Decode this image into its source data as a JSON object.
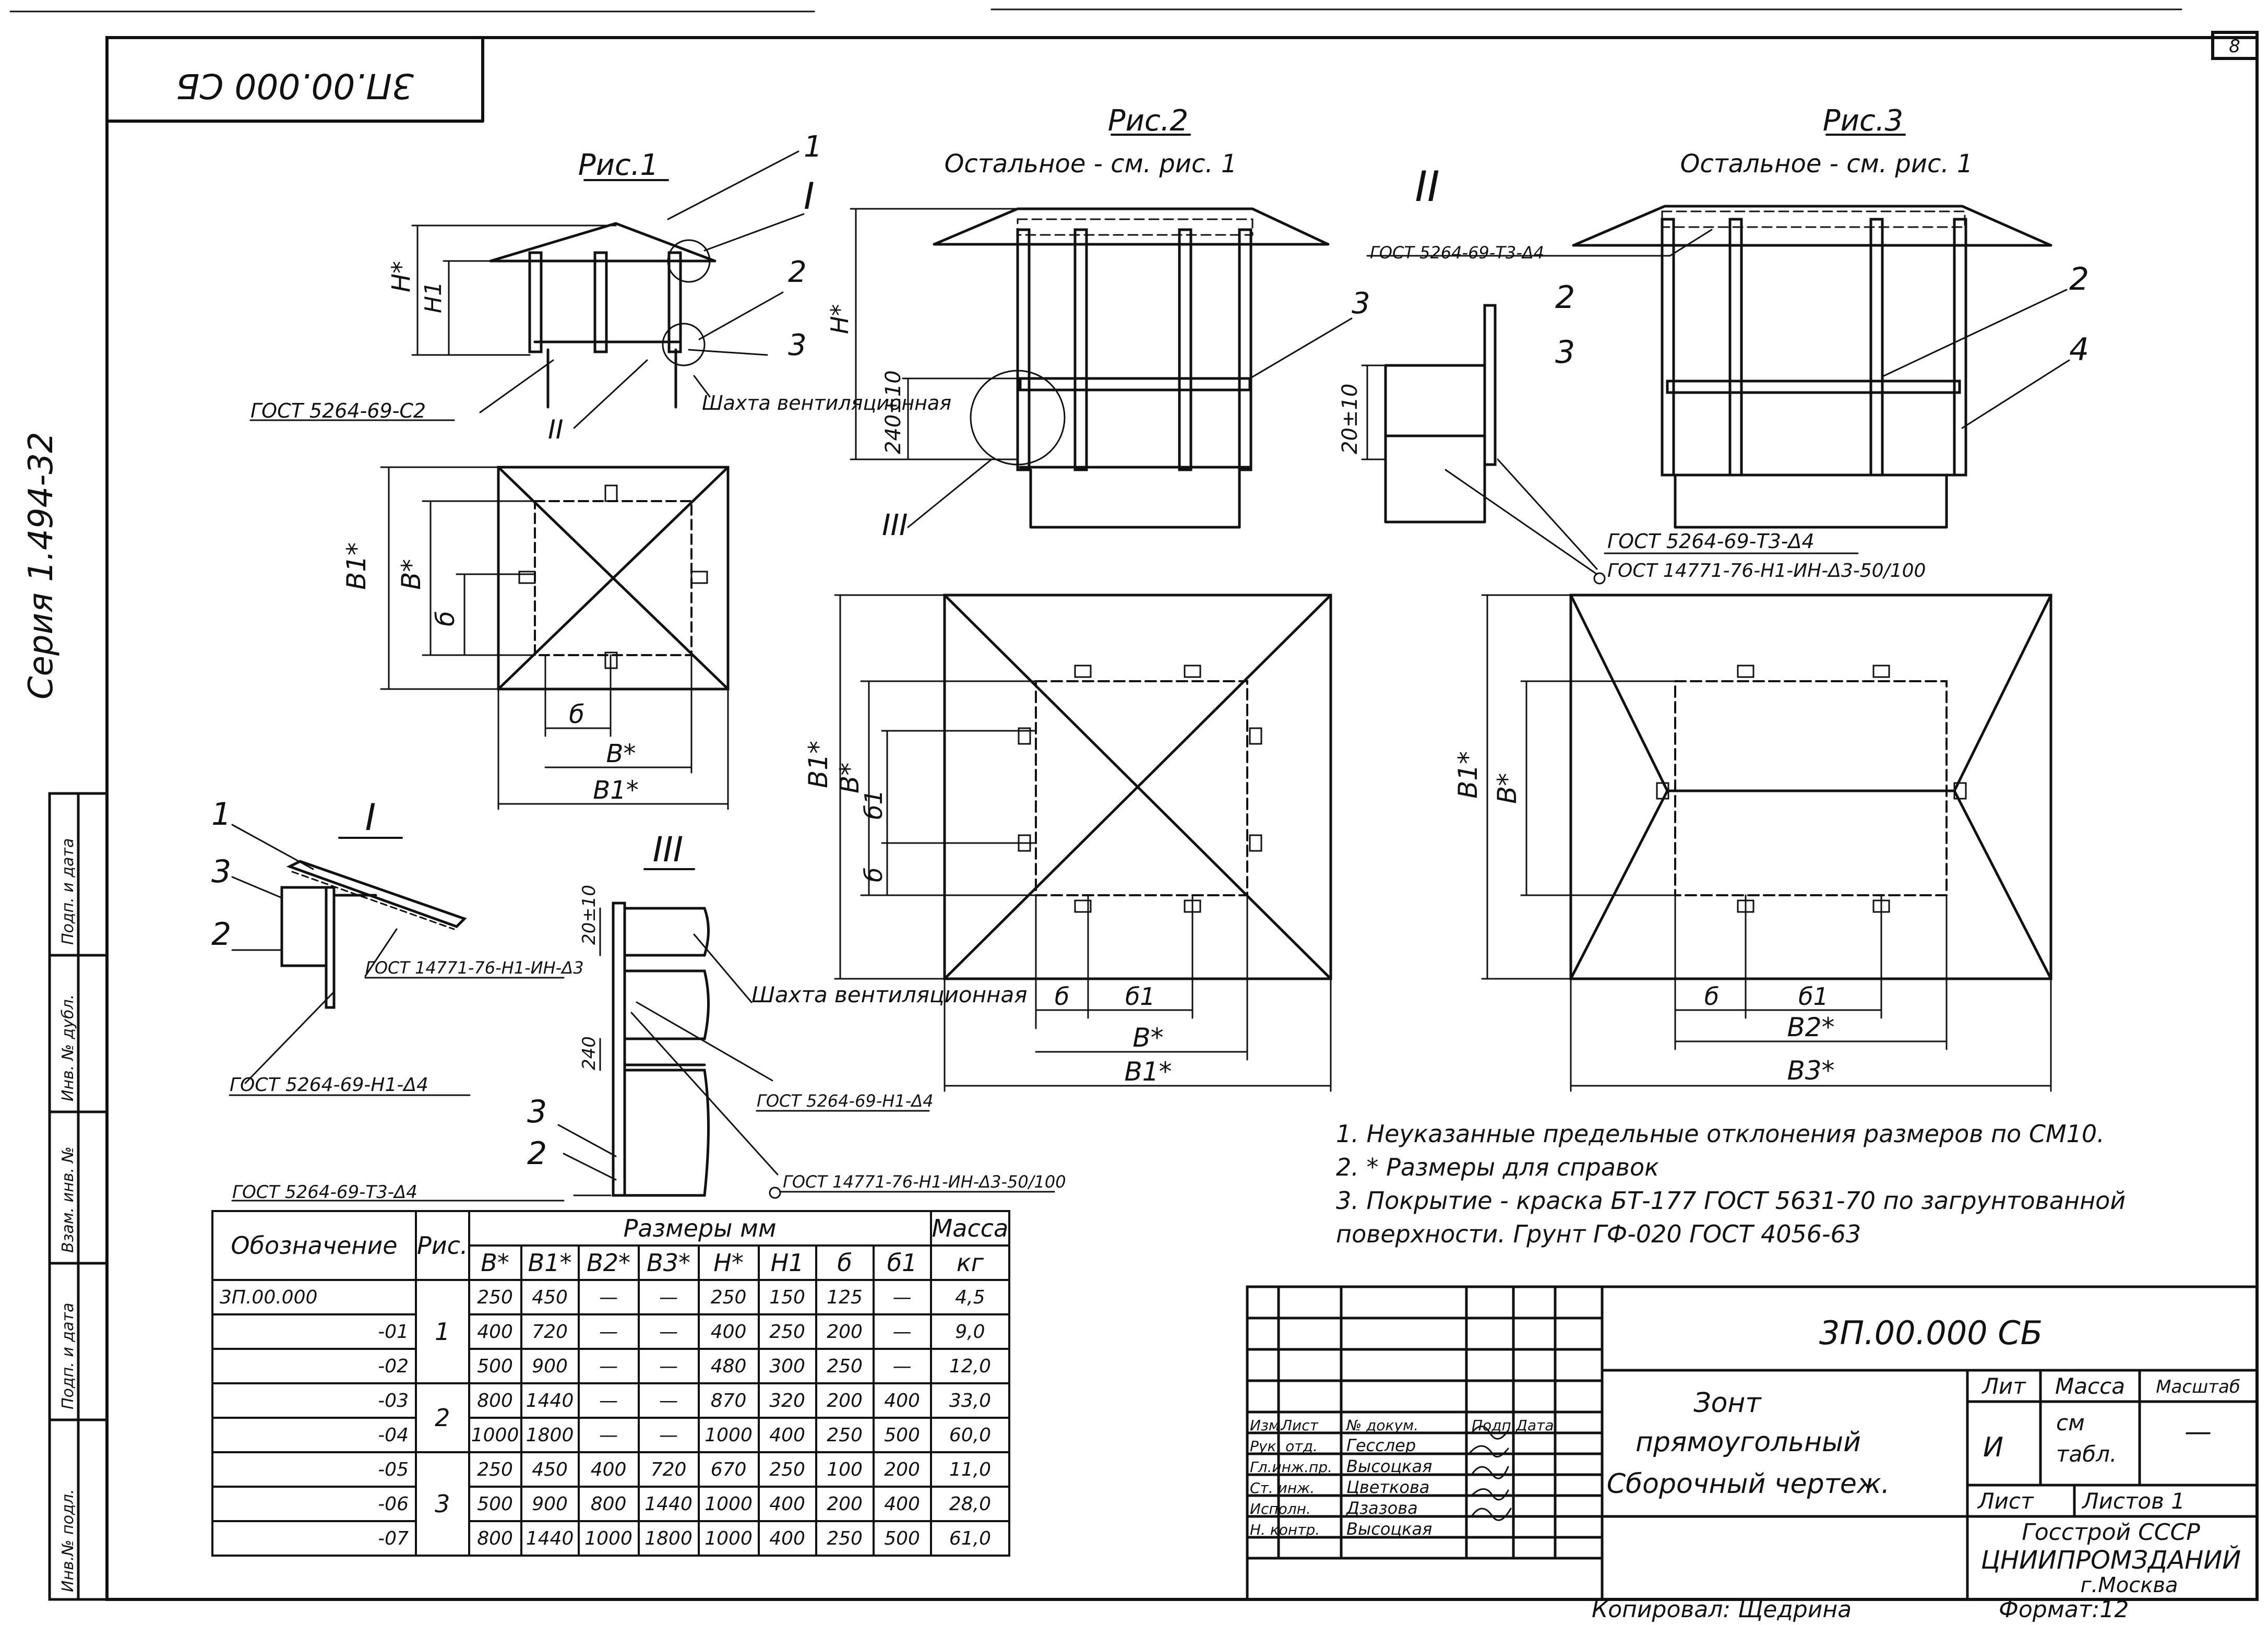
{
  "sheet": {
    "number": "8",
    "code_top": "3П.00.000 СБ",
    "series": "Серия 1.494-32",
    "copied_by": "Копировал: Щедрина",
    "format": "Формат:12"
  },
  "side_stamps": [
    "Инв.№ подл.",
    "Подп. и дата",
    "Взам. инв. №",
    "Инв. № дубл.",
    "Подп. и дата"
  ],
  "figures": {
    "fig1": {
      "title": "Рис.1",
      "gost_weld": "ГОСТ 5264-69-С2",
      "shaft": "Шахта вентиляционная",
      "callouts": [
        "1",
        "2",
        "3",
        "I",
        "II"
      ],
      "dims": [
        "H*",
        "H1",
        "B1*",
        "B*",
        "б",
        "б",
        "B*",
        "B1*"
      ]
    },
    "fig2": {
      "title": "Рис.2",
      "subtitle": "Остальное - см. рис. 1",
      "callouts": [
        "3",
        "III"
      ],
      "dims": [
        "H*",
        "240±10",
        "B1*",
        "B*",
        "б1",
        "б",
        "б",
        "б1",
        "B*",
        "B1*"
      ]
    },
    "fig3": {
      "title": "Рис.3",
      "subtitle": "Остальное - см. рис. 1",
      "callouts": [
        "2",
        "4"
      ],
      "dims": [
        "B1*",
        "B*",
        "б",
        "б1",
        "B2*",
        "B3*"
      ]
    },
    "detail1": {
      "title": "I",
      "callouts": [
        "1",
        "3",
        "2"
      ],
      "gost1": "ГОСТ 14771-76-Н1-ИН-Δ3",
      "gost2": "ГОСТ 5264-69-Н1-Δ4"
    },
    "detail2": {
      "title": "II",
      "gost1": "ГОСТ 5264-69-Т3-Δ4",
      "callouts": [
        "2",
        "3"
      ],
      "dim": "20±10",
      "gost2": "ГОСТ 5264-69-Т3-Δ4",
      "gost3": "ГОСТ 14771-76-Н1-ИН-Δ3-50/100"
    },
    "detail3": {
      "title": "III",
      "dims": [
        "20±10",
        "240"
      ],
      "shaft": "Шахта вентиляционная",
      "gost1": "ГОСТ 5264-69-Н1-Δ4",
      "callouts": [
        "3",
        "2"
      ],
      "gost2": "ГОСТ 5264-69-Т3-Δ4",
      "gost3": "ГОСТ 14771-76-Н1-ИН-Δ3-50/100"
    }
  },
  "notes": [
    "1.  Неуказанные предельные отклонения размеров по СМ10.",
    "2.  * Размеры для справок",
    "3.  Покрытие - краска БТ-177 ГОСТ 5631-70 по загрунтованной",
    "поверхности. Грунт ГФ-020 ГОСТ 4056-63"
  ],
  "table": {
    "headers": {
      "designation": "Обозначение",
      "fig": "Рис.",
      "sizes": "Размеры  мм",
      "mass": "Масса",
      "cols": [
        "B*",
        "B1*",
        "B2*",
        "B3*",
        "H*",
        "H1",
        "б",
        "б1"
      ],
      "mass_unit": "кг"
    },
    "rows": [
      {
        "des": "3П.00.000",
        "fig": "",
        "v": [
          "250",
          "450",
          "—",
          "—",
          "250",
          "150",
          "125",
          "—"
        ],
        "m": "4,5"
      },
      {
        "des": "-01",
        "fig": "1",
        "v": [
          "400",
          "720",
          "—",
          "—",
          "400",
          "250",
          "200",
          "—"
        ],
        "m": "9,0"
      },
      {
        "des": "-02",
        "fig": "",
        "v": [
          "500",
          "900",
          "—",
          "—",
          "480",
          "300",
          "250",
          "—"
        ],
        "m": "12,0"
      },
      {
        "des": "-03",
        "fig": "",
        "v": [
          "800",
          "1440",
          "—",
          "—",
          "870",
          "320",
          "200",
          "400"
        ],
        "m": "33,0"
      },
      {
        "des": "-04",
        "fig": "2",
        "v": [
          "1000",
          "1800",
          "—",
          "—",
          "1000",
          "400",
          "250",
          "500"
        ],
        "m": "60,0"
      },
      {
        "des": "-05",
        "fig": "",
        "v": [
          "250",
          "450",
          "400",
          "720",
          "670",
          "250",
          "100",
          "200"
        ],
        "m": "11,0"
      },
      {
        "des": "-06",
        "fig": "3",
        "v": [
          "500",
          "900",
          "800",
          "1440",
          "1000",
          "400",
          "200",
          "400"
        ],
        "m": "28,0"
      },
      {
        "des": "-07",
        "fig": "",
        "v": [
          "800",
          "1440",
          "1000",
          "1800",
          "1000",
          "400",
          "250",
          "500"
        ],
        "m": "61,0"
      }
    ]
  },
  "title_block": {
    "code": "3П.00.000 СБ",
    "name_l1": "Зонт",
    "name_l2": "прямоугольный",
    "name_l3": "Сборочный чертеж.",
    "lit_h": "Лит",
    "mass_h": "Масса",
    "scale_h": "Масштаб",
    "lit": "И",
    "mass_l1": "см",
    "mass_l2": "табл.",
    "scale": "—",
    "sheet_h": "Лист",
    "sheets_h": "Листов 1",
    "org1": "Госстрой СССР",
    "org2": "ЦНИИПРОМЗДАНИЙ",
    "org3": "г.Москва",
    "col_heads": [
      "Изм.",
      "Лист",
      "№ докум.",
      "Подп.",
      "Дата"
    ],
    "staff": [
      {
        "role": "Рук. отд.",
        "name": "Гесслер"
      },
      {
        "role": "Гл.инж.пр.",
        "name": "Высоцкая"
      },
      {
        "role": "Ст. инж.",
        "name": "Цветкова"
      },
      {
        "role": "Исполн.",
        "name": "Дзазова"
      },
      {
        "role": "Н. контр.",
        "name": "Высоцкая"
      }
    ]
  }
}
